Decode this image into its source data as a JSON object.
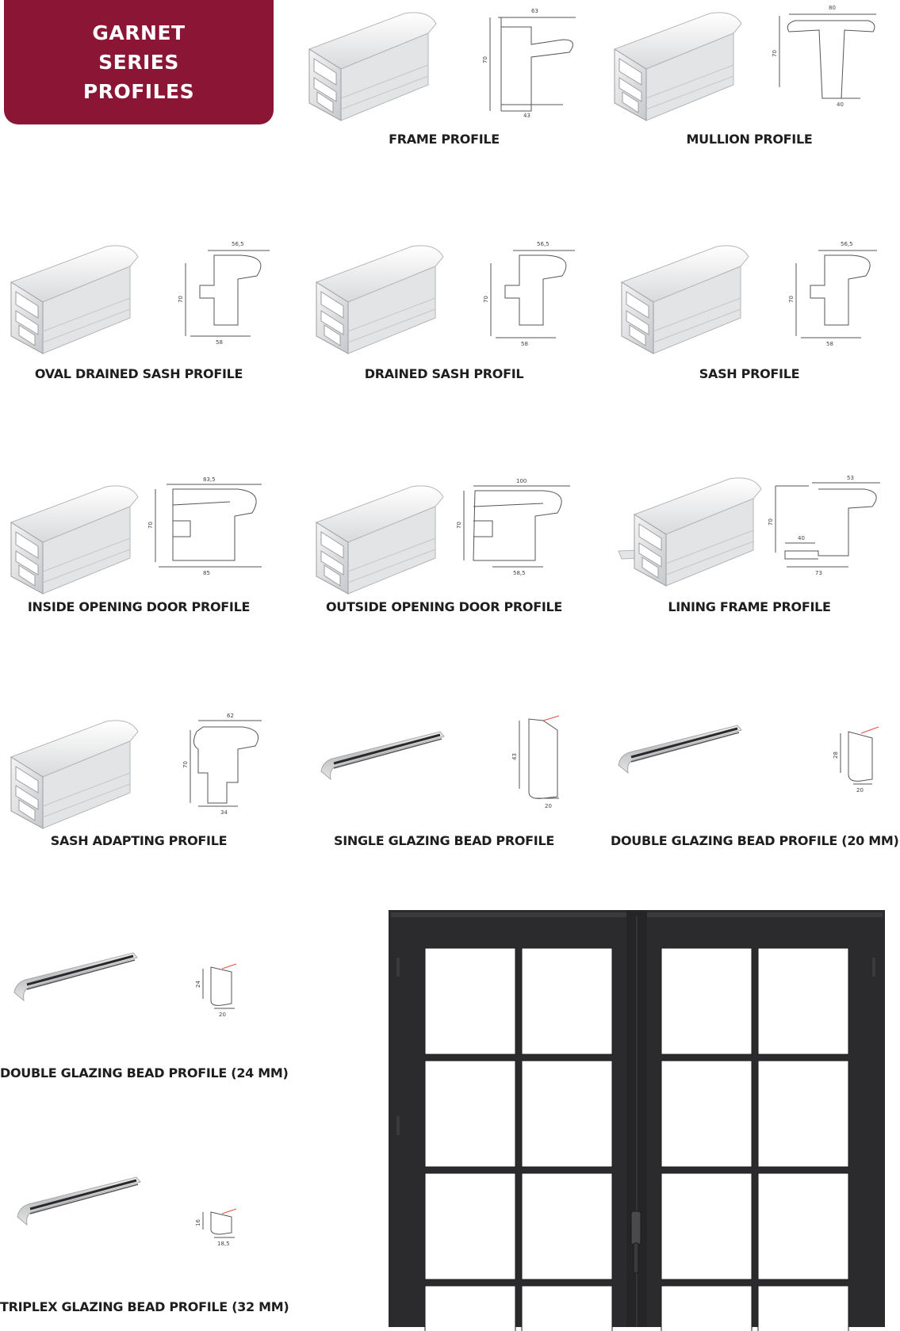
{
  "banner": {
    "lines": [
      "GARNET",
      "SERIES",
      "PROFILES"
    ],
    "color": "#8b1535"
  },
  "profiles": [
    {
      "id": "frame",
      "label": "FRAME PROFILE",
      "dims": [
        "63",
        "70",
        "43"
      ]
    },
    {
      "id": "mullion",
      "label": "MULLION PROFILE",
      "dims": [
        "80",
        "70",
        "40"
      ]
    },
    {
      "id": "oval-drained-sash",
      "label": "OVAL DRAINED SASH PROFILE",
      "dims": [
        "56,5",
        "70",
        "58"
      ]
    },
    {
      "id": "drained-sash",
      "label": "DRAINED SASH PROFIL",
      "dims": [
        "56,5",
        "70",
        "58"
      ]
    },
    {
      "id": "sash",
      "label": "SASH PROFILE",
      "dims": [
        "56,5",
        "70",
        "58"
      ]
    },
    {
      "id": "inside-door",
      "label": "INSIDE OPENING DOOR PROFILE",
      "dims": [
        "83,5",
        "70",
        "85"
      ]
    },
    {
      "id": "outside-door",
      "label": "OUTSIDE OPENING DOOR PROFILE",
      "dims": [
        "100",
        "70",
        "58,5"
      ]
    },
    {
      "id": "lining-frame",
      "label": "LINING FRAME PROFILE",
      "dims": [
        "53",
        "70",
        "40",
        "73"
      ]
    },
    {
      "id": "sash-adapting",
      "label": "SASH ADAPTING PROFILE",
      "dims": [
        "62",
        "70",
        "34"
      ]
    },
    {
      "id": "single-bead",
      "label": "SINGLE GLAZING BEAD PROFILE",
      "dims": [
        "43",
        "20"
      ]
    },
    {
      "id": "double-bead-20",
      "label": "DOUBLE GLAZING BEAD PROFILE (20 MM)",
      "dims": [
        "28",
        "20"
      ]
    },
    {
      "id": "double-bead-24",
      "label": "DOUBLE GLAZING BEAD PROFILE (24 MM)",
      "dims": [
        "24",
        "20"
      ]
    },
    {
      "id": "triplex-bead-32",
      "label": "TRIPLEX GLAZING BEAD PROFILE (32 MM)",
      "dims": [
        "16",
        "18,5"
      ]
    }
  ]
}
